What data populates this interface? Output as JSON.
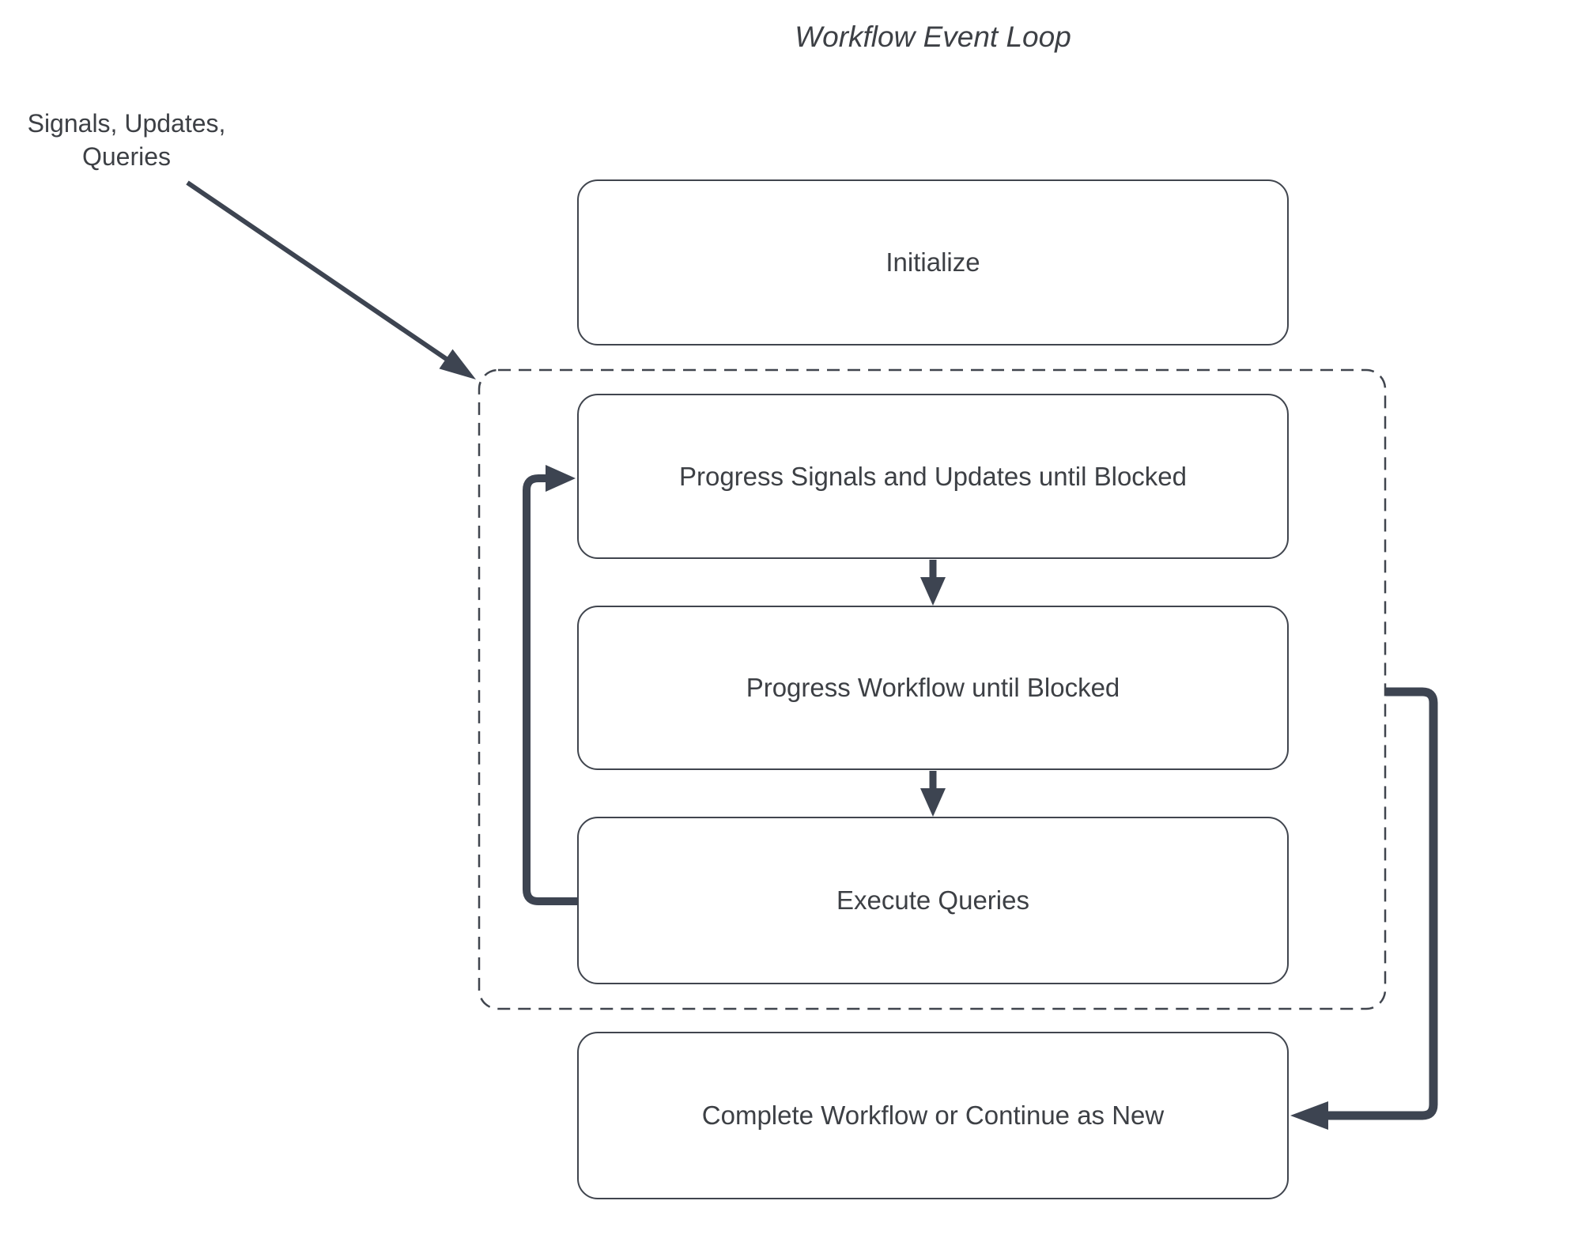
{
  "title": "Workflow Event Loop",
  "external_input": {
    "label": "Signals, Updates,\nQueries"
  },
  "nodes": {
    "initialize": {
      "label": "Initialize"
    },
    "progress_signals": {
      "label": "Progress Signals and Updates until Blocked"
    },
    "progress_workflow": {
      "label": "Progress Workflow until Blocked"
    },
    "execute_queries": {
      "label": "Execute Queries"
    },
    "complete": {
      "label": "Complete Workflow or Continue as New"
    }
  },
  "event_loop_boundary": {
    "style": "dashed-rounded-rectangle",
    "contains": [
      "progress_signals",
      "progress_workflow",
      "execute_queries"
    ]
  },
  "edges": [
    {
      "from": "external_input",
      "to": "event_loop_boundary",
      "style": "thin-diagonal-arrow"
    },
    {
      "from": "progress_signals",
      "to": "progress_workflow",
      "style": "thick-down-arrow"
    },
    {
      "from": "progress_workflow",
      "to": "execute_queries",
      "style": "thick-down-arrow"
    },
    {
      "from": "execute_queries",
      "to": "progress_signals",
      "style": "thick-left-elbow-arrow"
    },
    {
      "from": "event_loop_boundary",
      "to": "complete",
      "style": "thick-right-elbow-arrow"
    }
  ],
  "colors": {
    "background": "#ffffff",
    "connector": "#3d4451",
    "box_border": "#40454e",
    "text": "#3d4045"
  }
}
